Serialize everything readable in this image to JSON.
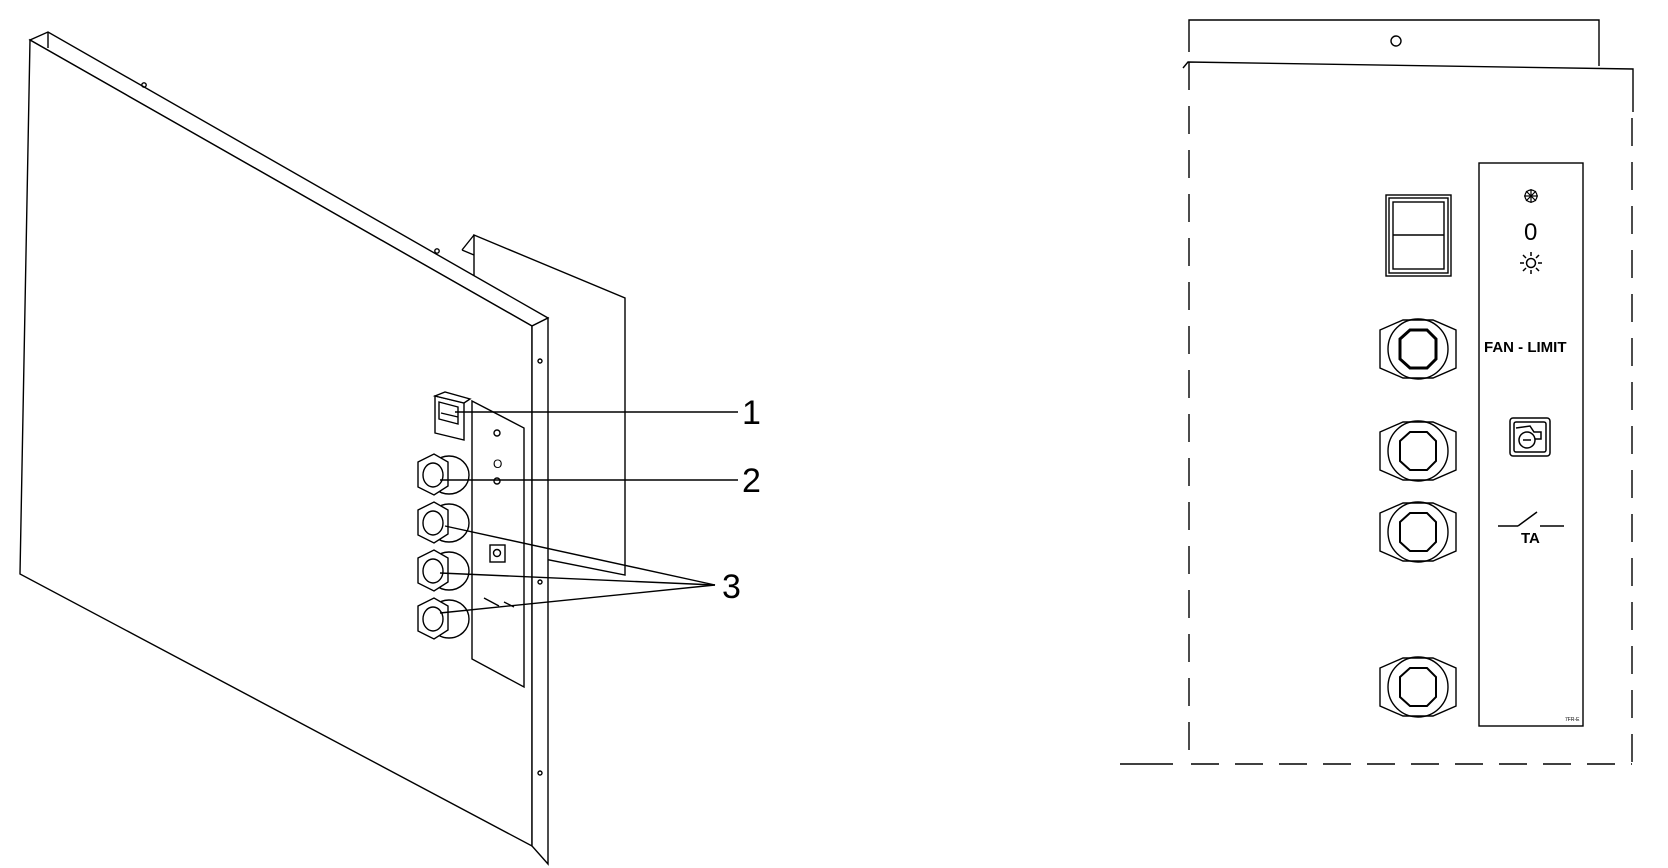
{
  "left_view": {
    "callouts": [
      {
        "number": "1"
      },
      {
        "number": "2"
      },
      {
        "number": "3"
      }
    ]
  },
  "right_view": {
    "switch_positions": [
      "cooling-snowflake-icon",
      "off-position",
      "heating-sun-icon"
    ],
    "off_label": "0",
    "fan_limit_label": "FAN - LIMIT",
    "ta_label": "TA",
    "plate_code": "7FR-E"
  }
}
